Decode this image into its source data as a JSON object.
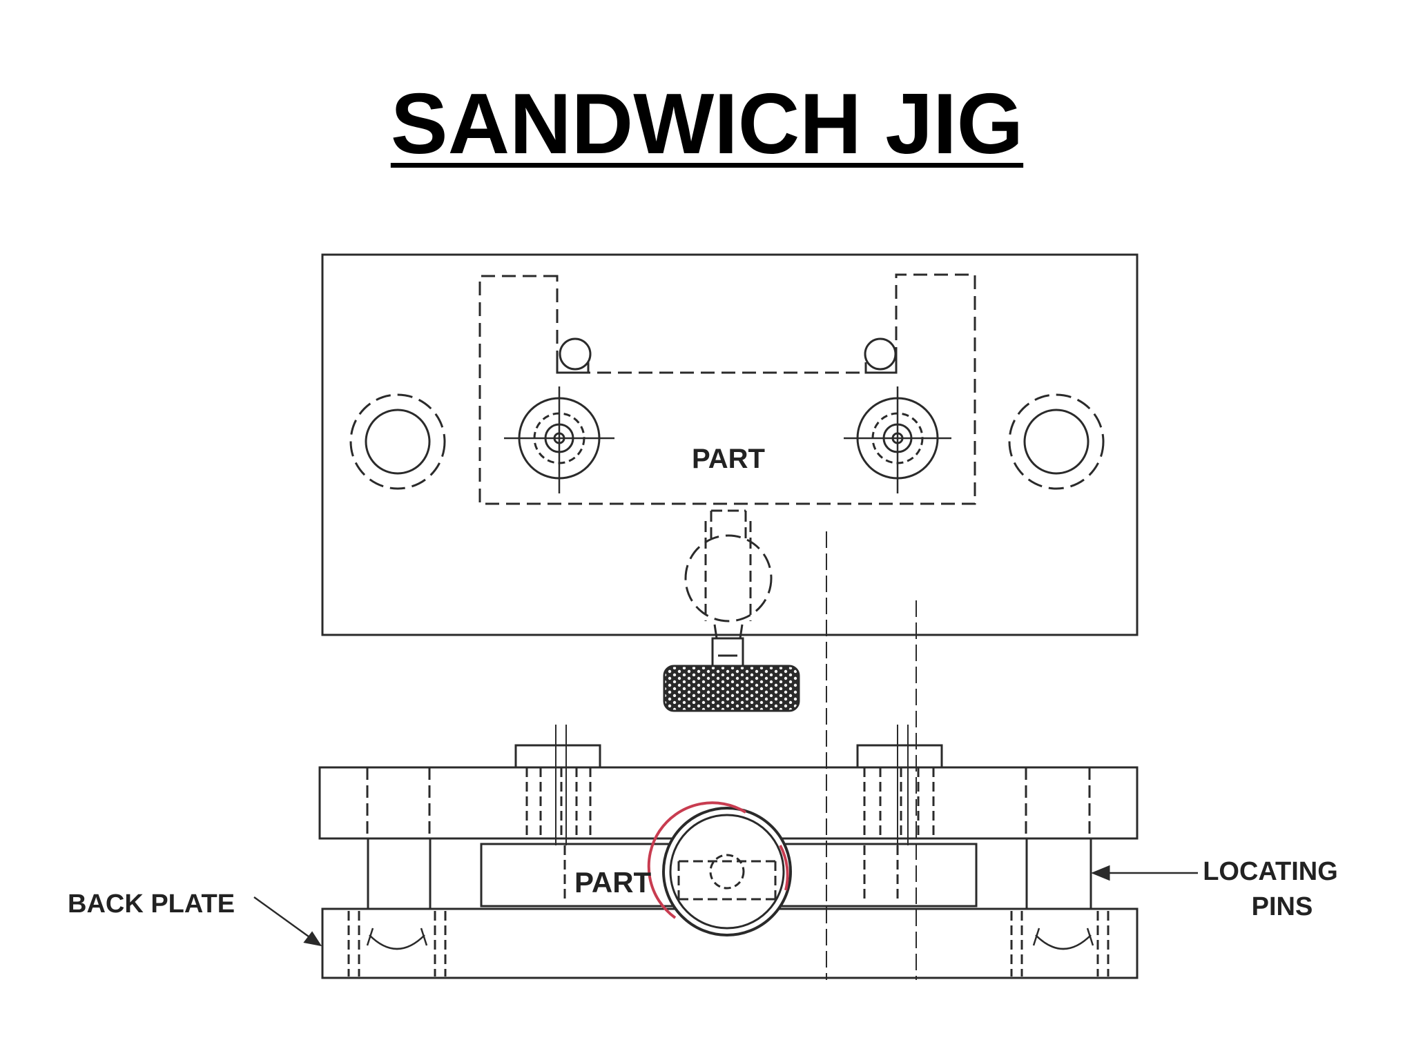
{
  "title": "SANDWICH JIG",
  "labels": {
    "part_top": "PART",
    "part_bottom": "PART",
    "back_plate": "BACK PLATE",
    "locating_pins_1": "LOCATING",
    "locating_pins_2": "PINS"
  },
  "colors": {
    "line": "#2a2a2a",
    "highlight": "#c83c50"
  }
}
